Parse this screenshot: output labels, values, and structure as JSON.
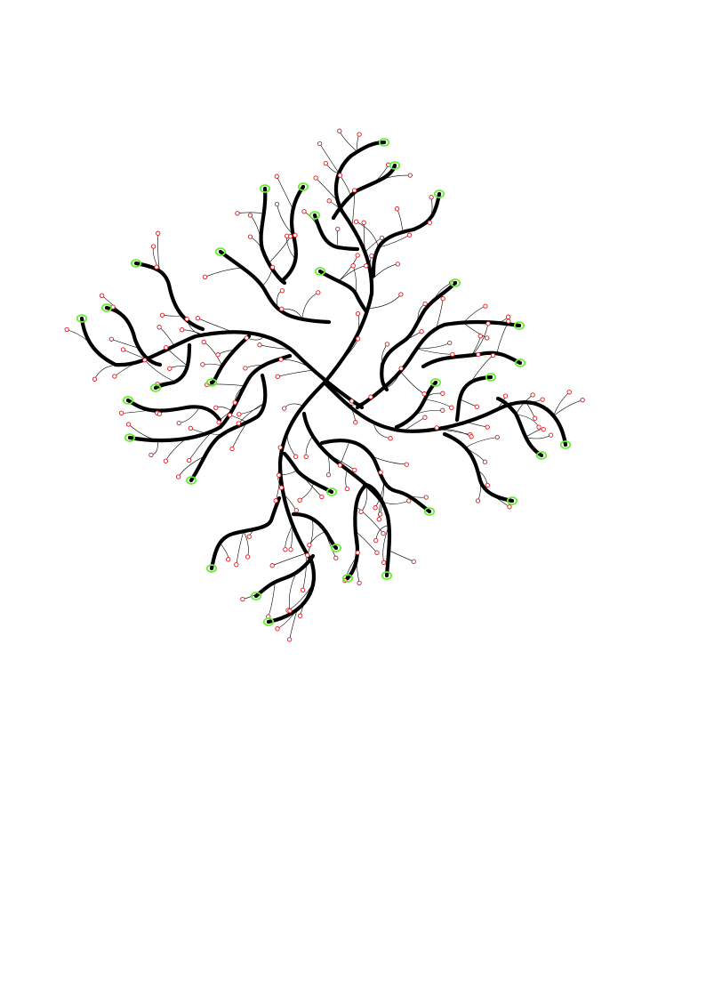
{
  "diagram": {
    "type": "branching-tree",
    "symmetry": "four-arm",
    "arms": 4,
    "colors": {
      "background": "#ffffff",
      "main_branch": "#000000",
      "fine_branch": "#000000",
      "terminal_node_ring": "#e0191c",
      "leading_tip_ring": "#66ee33",
      "leading_tip_core": "#000000"
    }
  }
}
